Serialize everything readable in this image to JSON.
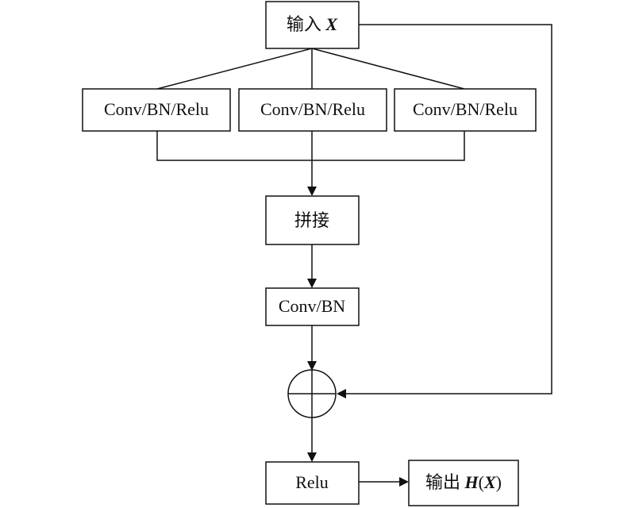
{
  "nodes": {
    "input": {
      "prefix": "输入 ",
      "var": "X"
    },
    "branch_1": "Conv/BN/Relu",
    "branch_2": "Conv/BN/Relu",
    "branch_3": "Conv/BN/Relu",
    "concat": "拼接",
    "conv_bn": "Conv/BN",
    "add_symbol": "⊕",
    "relu": "Relu",
    "output": {
      "prefix": "输出 ",
      "func": "H",
      "open": "(",
      "var": "X",
      "close": ")"
    }
  }
}
